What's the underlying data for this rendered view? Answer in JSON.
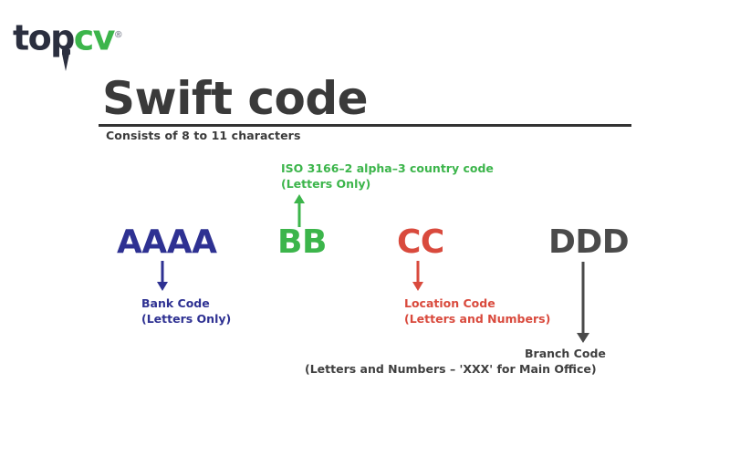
{
  "logo": {
    "word_dark": "top",
    "word_accent": "cv",
    "registered_mark": "®",
    "dark_color": "#2b2f3f",
    "accent_color": "#3cb54b",
    "icon": "necktie-shape"
  },
  "header": {
    "title": "Swift code",
    "subtitle": "Consists of 8 to 11 characters",
    "title_color": "#3a3a3a",
    "rule_color": "#333333"
  },
  "segments": [
    {
      "id": "bank",
      "code": "AAAA",
      "color": "#2e3192",
      "arrow_direction": "down",
      "label_lines": [
        "Bank Code",
        "(Letters Only)"
      ]
    },
    {
      "id": "country",
      "code": "BB",
      "color": "#3cb54b",
      "arrow_direction": "up",
      "label_lines": [
        "ISO 3166–2 alpha–3 country code",
        "(Letters Only)"
      ]
    },
    {
      "id": "location",
      "code": "CC",
      "color": "#d94a3d",
      "arrow_direction": "down",
      "label_lines": [
        "Location Code",
        "(Letters and Numbers)"
      ]
    },
    {
      "id": "branch",
      "code": "DDD",
      "color": "#4a4a4a",
      "arrow_direction": "down",
      "label_lines": [
        "Branch Code",
        "(Letters and Numbers – 'XXX' for Main Office)"
      ]
    }
  ]
}
